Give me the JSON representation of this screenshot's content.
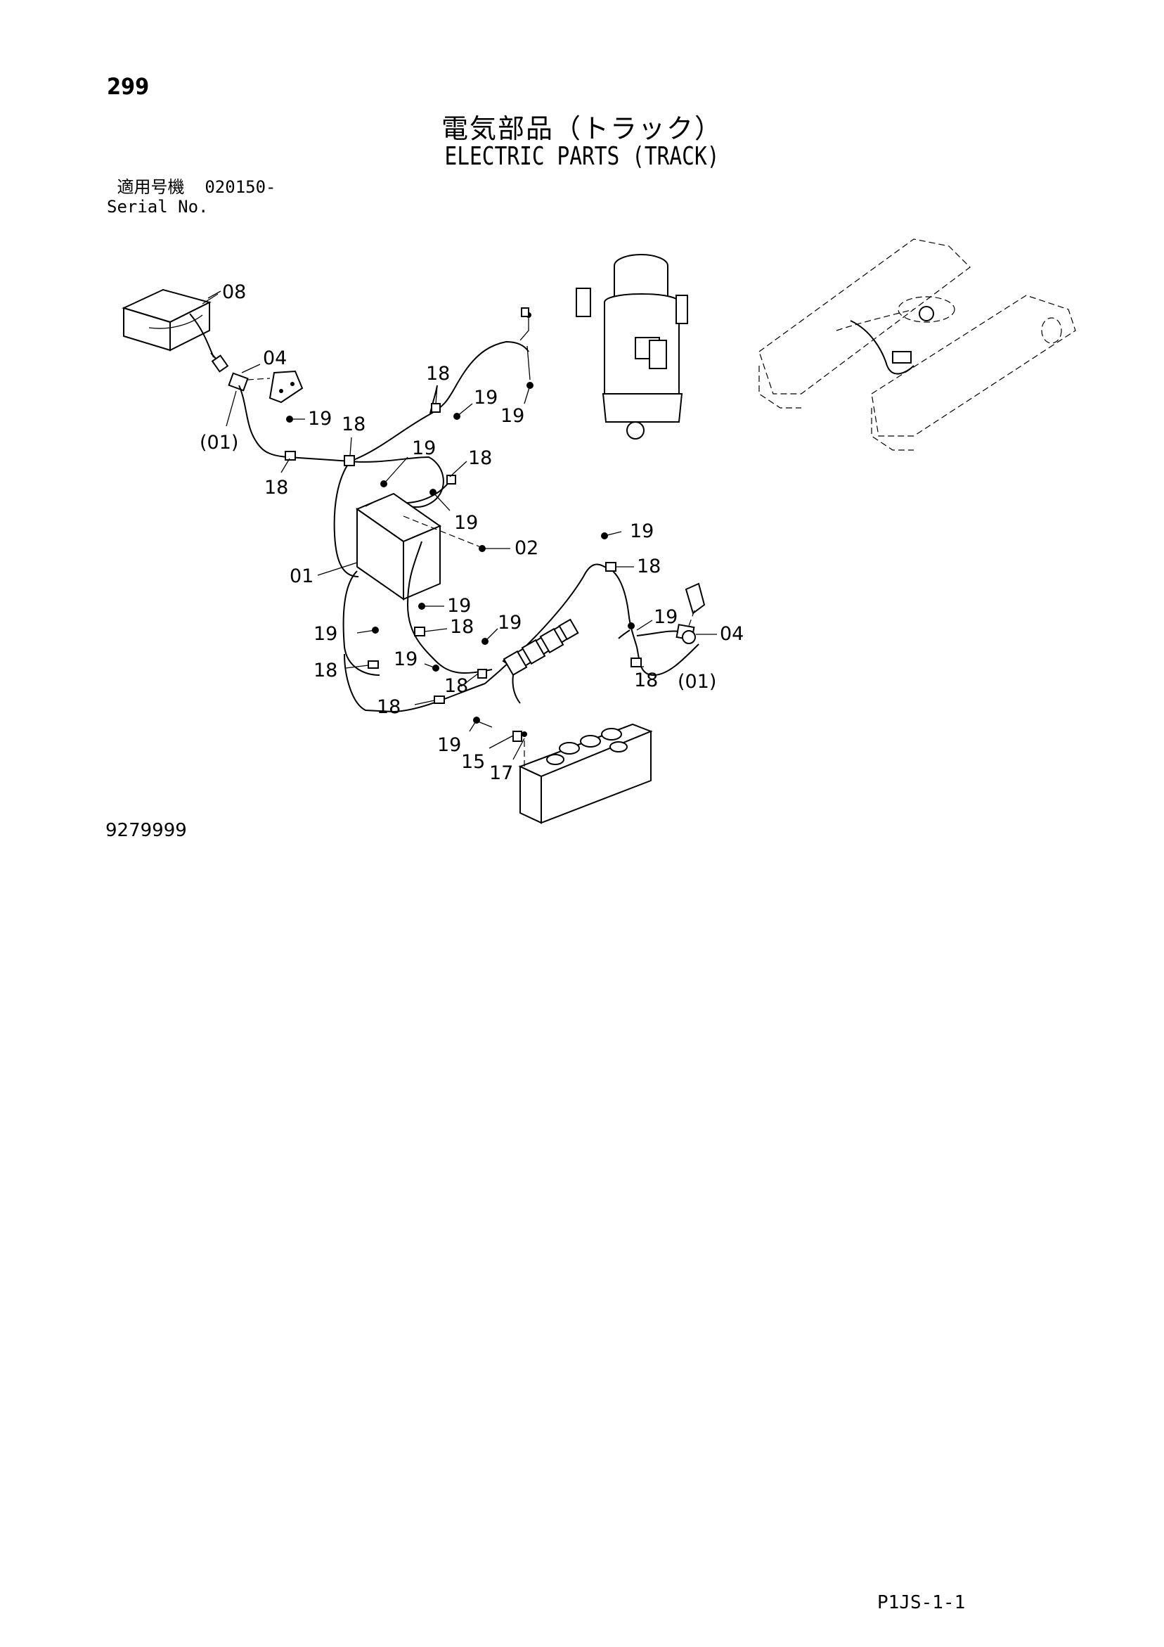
{
  "page_number": "299",
  "title_jp": "電気部品（トラック）",
  "title_en": "ELECTRIC PARTS (TRACK)",
  "serial": {
    "label_jp": "適用号機",
    "value": "020150-",
    "label_en": "Serial No."
  },
  "callouts": {
    "c08": "08",
    "c04a": "04",
    "c01a": "(01)",
    "c19a": "19",
    "c18a": "18",
    "c18b": "18",
    "c18c": "18",
    "c19b": "19",
    "c19c": "19",
    "c19d": "19",
    "c18d": "18",
    "c19e": "19",
    "c02": "02",
    "c01": "01",
    "c19f": "19",
    "c18e": "18",
    "c19g": "19",
    "c19h": "19",
    "c18f": "18",
    "c19i": "19",
    "c18g": "18",
    "c19j": "19",
    "c18h": "18",
    "c18i": "18",
    "c19k": "19",
    "c04b": "04",
    "c18j": "18",
    "c01b": "(01)",
    "c19l": "19",
    "c15": "15",
    "c17": "17"
  },
  "drawing_code": "9279999",
  "page_code": "P1JS-1-1"
}
